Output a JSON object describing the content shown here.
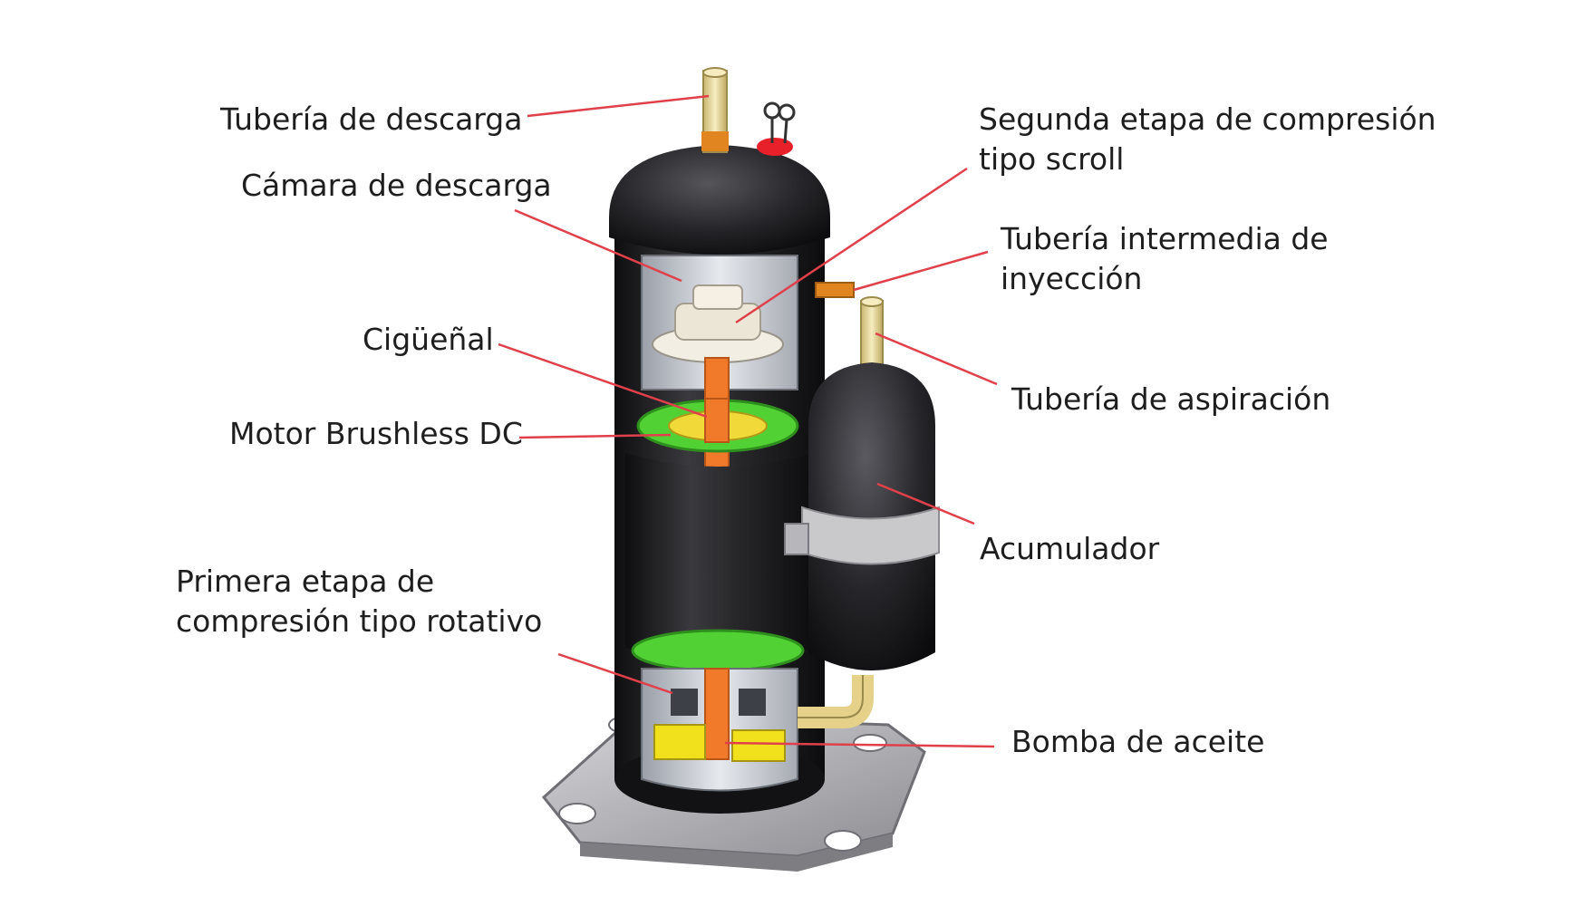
{
  "diagram": {
    "colors": {
      "background": "#ffffff",
      "leader_line": "#e0404a",
      "shell": "#1f1f21",
      "copper_pipe": "#e9d9a0",
      "shaft": "#f07a2a",
      "motor_ring": "#52d135",
      "oil_pump": "#f1e11c",
      "base_plate": "#b9b9bd",
      "strap": "#c9c9cc",
      "terminal": "#e8202a"
    },
    "labels": {
      "discharge_pipe": "Tubería de descarga",
      "discharge_chamber": "Cámara de descarga",
      "crankshaft": "Cigüeñal",
      "motor": "Motor Brushless DC",
      "first_stage_line1": "Primera etapa de",
      "first_stage_line2": "compresión tipo rotativo",
      "second_stage_line1": "Segunda etapa de compresión",
      "second_stage_line2": "tipo scroll",
      "injection_pipe_line1": "Tubería intermedia de",
      "injection_pipe_line2": "inyección",
      "suction_pipe": "Tubería de aspiración",
      "accumulator": "Acumulador",
      "oil_pump": "Bomba de aceite"
    }
  }
}
